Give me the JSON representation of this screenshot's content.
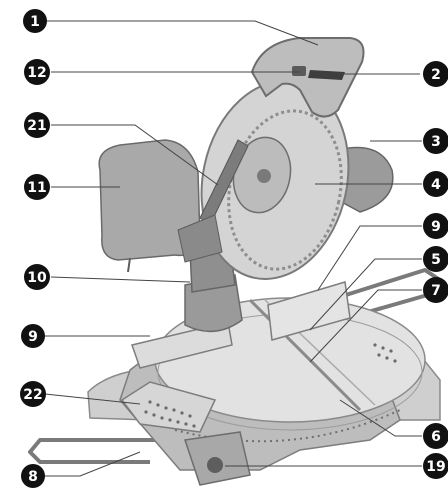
{
  "colors": {
    "background": "#ffffff",
    "callout_fill": "#111111",
    "callout_text": "#ffffff",
    "leader_line": "#444444",
    "saw_body": "#c8c8c8",
    "saw_dark": "#8a8a8a",
    "saw_light": "#e6e6e6"
  },
  "callouts": [
    {
      "id": "c1",
      "number": "1"
    },
    {
      "id": "c12",
      "number": "12"
    },
    {
      "id": "c21",
      "number": "21"
    },
    {
      "id": "c11",
      "number": "11"
    },
    {
      "id": "c10",
      "number": "10"
    },
    {
      "id": "c9l",
      "number": "9"
    },
    {
      "id": "c22",
      "number": "22"
    },
    {
      "id": "c8",
      "number": "8"
    },
    {
      "id": "c2",
      "number": "2"
    },
    {
      "id": "c3",
      "number": "3"
    },
    {
      "id": "c4",
      "number": "4"
    },
    {
      "id": "c9r",
      "number": "9"
    },
    {
      "id": "c5",
      "number": "5"
    },
    {
      "id": "c7",
      "number": "7"
    },
    {
      "id": "c6",
      "number": "6"
    },
    {
      "id": "c19",
      "number": "19"
    }
  ]
}
